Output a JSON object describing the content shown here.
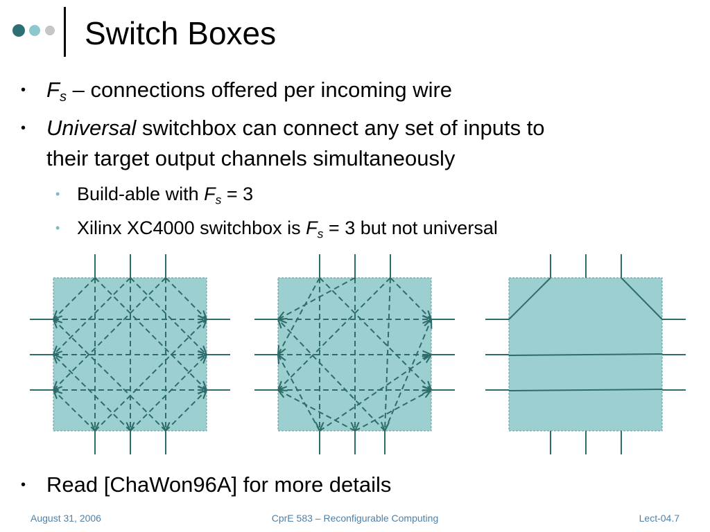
{
  "title": "Switch Boxes",
  "bullets": {
    "fs_symbol": "F",
    "fs_sub": "s",
    "b1_rest": " – connections offered per incoming wire",
    "b2_italic": "Universal",
    "b2_rest": " switchbox can connect any set of inputs to",
    "b2_line2": "their target output channels simultaneously",
    "sb1_text": "Build-able with ",
    "sb1_tail": " = 3",
    "sb2_text": "Xilinx XC4000 switchbox is ",
    "sb2_tail": " = 3 but not universal",
    "b3": "Read [ChaWon96A] for more details"
  },
  "footer": {
    "date": "August 31, 2006",
    "course": "CprE 583 – Reconfigurable Computing",
    "lecture": "Lect-04.7"
  },
  "colors": {
    "box_fill": "#9ccfd0",
    "wire": "#2e6b6b",
    "dot_dark": "#2d6f73",
    "dot_mid": "#8ec7cc",
    "dot_light": "#c6c6c6",
    "sub_bullet": "#7fb8bd",
    "footer": "#4e7fa6"
  }
}
